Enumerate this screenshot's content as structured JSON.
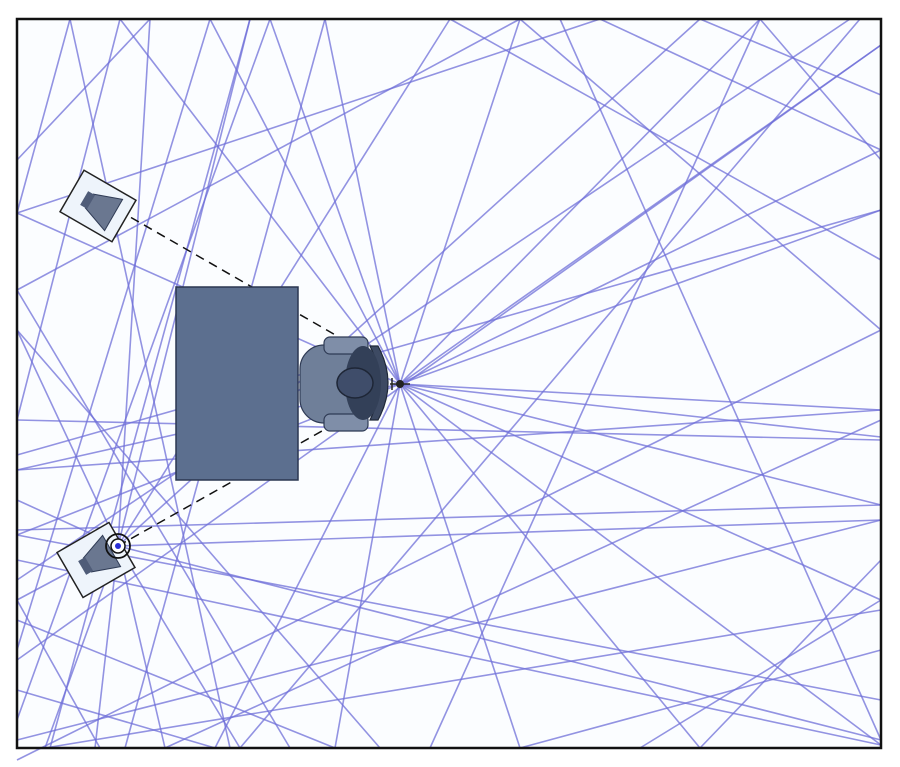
{
  "diagram": {
    "kind": "room acoustics ray-trace plan view",
    "colors": {
      "background": "#ffffff",
      "room_fill": "#fbfdff",
      "wall": "#111111",
      "ray": "#6f6fd8",
      "desk": "#5c6f8f",
      "chair": "#6f7f99",
      "listener": "#3f4d6a",
      "speaker_box": "#eef4fb",
      "speaker_driver": "#6a7790",
      "direct_path": "#111111"
    },
    "elements": [
      "room-walls",
      "reflection-rays",
      "desk",
      "chair",
      "listener-head",
      "microphone-icon",
      "left-speaker",
      "right-speaker",
      "direct-sound-paths"
    ]
  }
}
